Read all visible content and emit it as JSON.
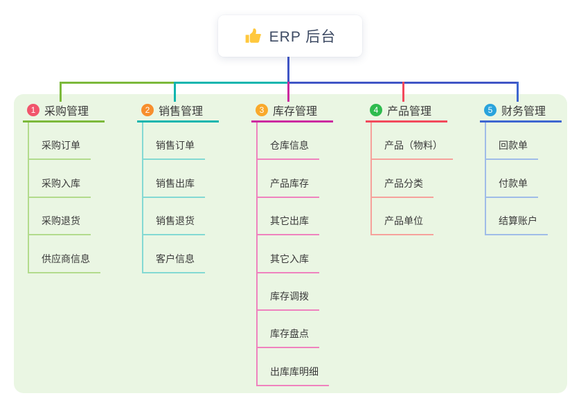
{
  "root": {
    "label": "ERP 后台",
    "icon": "thumbs-up-icon"
  },
  "colors": {
    "root_connector": "#4156c6",
    "panel_bg": "#eaf6e3",
    "text": "#3a3a3a",
    "root_text": "#3d4a63",
    "thumb_icon": "#ffc83d"
  },
  "branches": [
    {
      "num": "1",
      "label": "采购管理",
      "badge_color": "#f1556c",
      "line_color": "#7cb93b",
      "child_line_color": "#b2db8c",
      "children": [
        "采购订单",
        "采购入库",
        "采购退货",
        "供应商信息"
      ]
    },
    {
      "num": "2",
      "label": "销售管理",
      "badge_color": "#f78e2d",
      "line_color": "#0fb5ae",
      "child_line_color": "#83d9d3",
      "children": [
        "销售订单",
        "销售出库",
        "销售退货",
        "客户信息"
      ]
    },
    {
      "num": "3",
      "label": "库存管理",
      "badge_color": "#f9a92b",
      "line_color": "#cb2aa0",
      "child_line_color": "#ef82be",
      "children": [
        "仓库信息",
        "产品库存",
        "其它出库",
        "其它入库",
        "库存调拨",
        "库存盘点",
        "出库库明细"
      ]
    },
    {
      "num": "4",
      "label": "产品管理",
      "badge_color": "#2ebb4e",
      "line_color": "#f2495c",
      "child_line_color": "#f6a19b",
      "children": [
        "产品（物料）",
        "产品分类",
        "产品单位"
      ]
    },
    {
      "num": "5",
      "label": "财务管理",
      "badge_color": "#29a3dc",
      "line_color": "#3e66d0",
      "child_line_color": "#9fbce8",
      "children": [
        "回款单",
        "付款单",
        "结算账户"
      ]
    }
  ]
}
